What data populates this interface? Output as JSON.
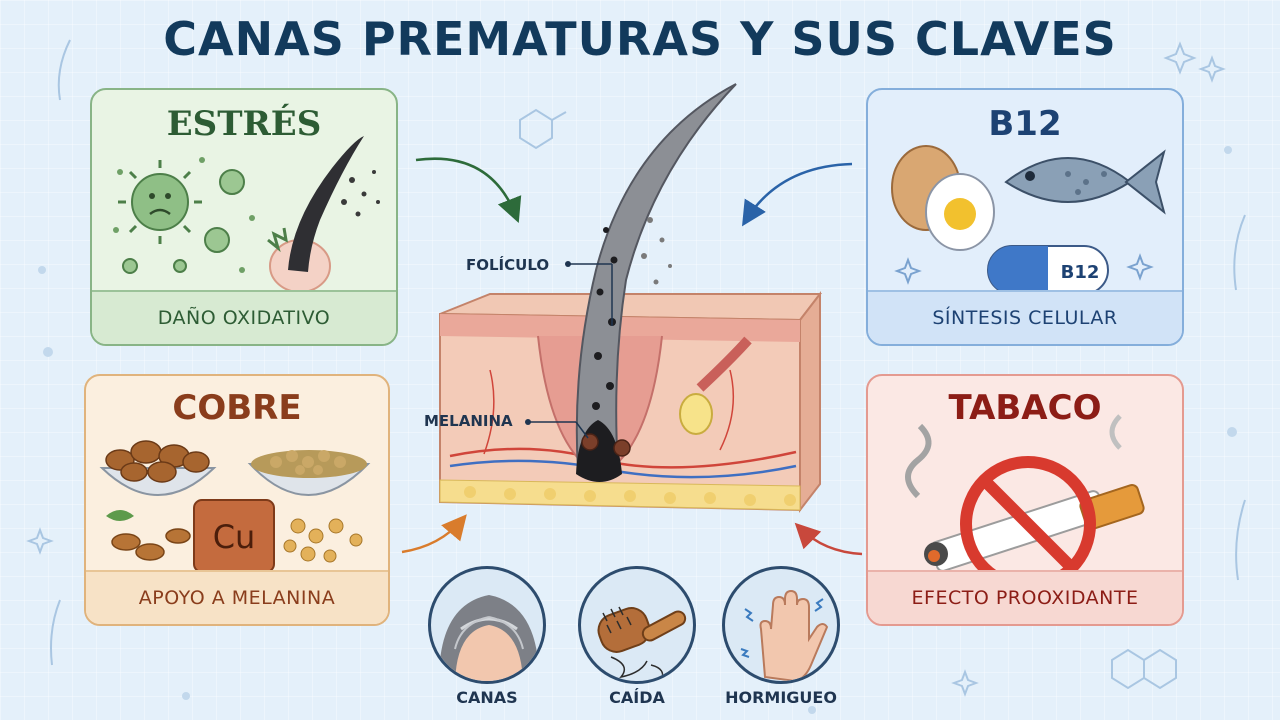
{
  "title": "CANAS PREMATURAS Y SUS CLAVES",
  "cards": {
    "estres": {
      "heading": "ESTRÉS",
      "caption": "DAÑO OXIDATIVO"
    },
    "b12": {
      "heading": "B12",
      "caption": "SÍNTESIS CELULAR",
      "capsule_label": "B12"
    },
    "cobre": {
      "heading": "COBRE",
      "caption": "APOYO A MELANINA",
      "element_symbol": "Cu"
    },
    "tabaco": {
      "heading": "TABACO",
      "caption": "EFECTO PROOXIDANTE"
    }
  },
  "center": {
    "follicle_label": "FOLÍCULO",
    "melanin_label": "MELANINA"
  },
  "symptoms": [
    {
      "label": "CANAS",
      "icon": "gray-hair-head-icon"
    },
    {
      "label": "CAÍDA",
      "icon": "hairbrush-icon"
    },
    {
      "label": "HORMIGUEO",
      "icon": "tingling-hand-icon"
    }
  ],
  "colors": {
    "title": "#123a5c",
    "estres": "#2d5c34",
    "b12": "#1d4273",
    "cobre": "#8a3d1c",
    "tabaco": "#8c1d16"
  }
}
